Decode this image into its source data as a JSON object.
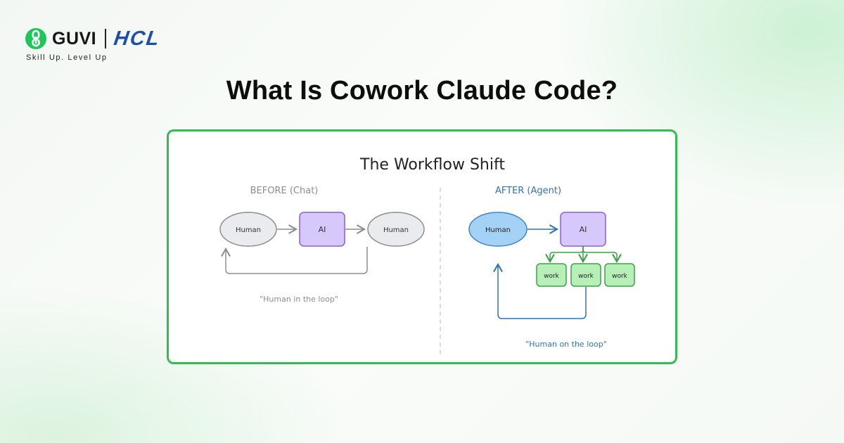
{
  "brand": {
    "name": "GUVI",
    "partner": "HCL",
    "tagline": "Skill Up. Level Up"
  },
  "page_title": "What Is Cowork Claude Code?",
  "diagram": {
    "title": "The Workflow Shift",
    "before": {
      "heading": "BEFORE (Chat)",
      "nodes": {
        "human_start": "Human",
        "ai": "AI",
        "human_end": "Human"
      },
      "caption": "\"Human in the loop\""
    },
    "after": {
      "heading": "AFTER (Agent)",
      "nodes": {
        "human": "Human",
        "ai": "AI",
        "work_1": "work",
        "work_2": "work",
        "work_3": "work"
      },
      "caption": "\"Human on the loop\""
    }
  },
  "colors": {
    "accent_green": "#2ebf4d",
    "brand_blue": "#1d4fa8",
    "ai_fill": "#d7c8fb",
    "ai_stroke": "#8a5fd6",
    "work_fill": "#b6f0b8",
    "work_stroke": "#3ca046",
    "human_after_fill": "#a3d2f6",
    "human_after_stroke": "#3a86c8",
    "before_gray": "#8d8d8d",
    "after_blue": "#2f74b5"
  }
}
